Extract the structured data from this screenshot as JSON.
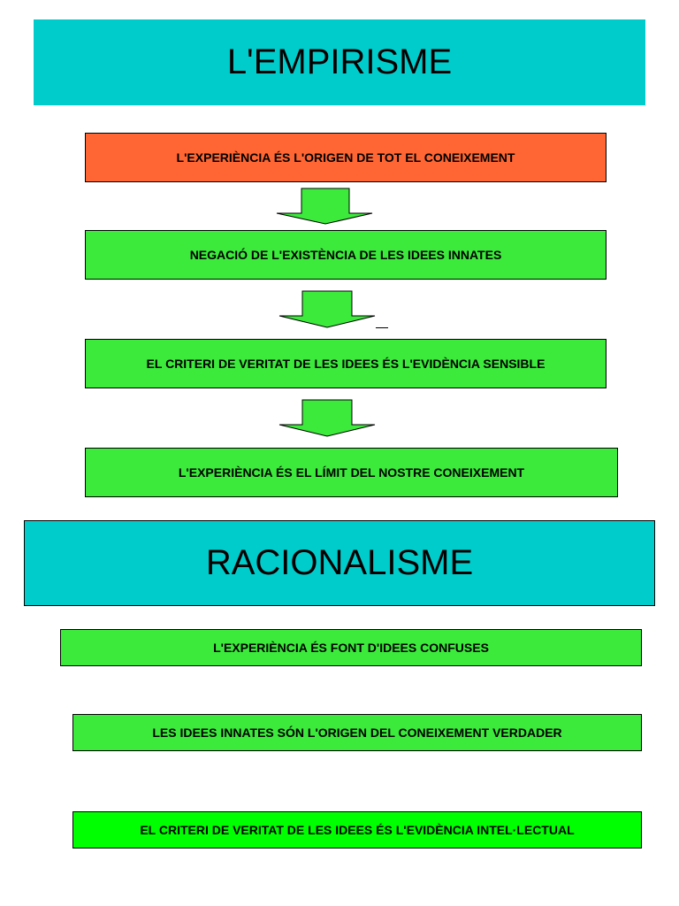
{
  "empirisme": {
    "title": "L'EMPIRISME",
    "steps": [
      "L'EXPERIÈNCIA ÉS L'ORIGEN DE TOT EL CONEIXEMENT",
      "NEGACIÓ DE L'EXISTÈNCIA DE  LES IDEES INNATES",
      "EL CRITERI DE VERITAT DE LES IDEES ÉS L'EVIDÈNCIA SENSIBLE",
      "L'EXPERIÈNCIA ÉS EL LÍMIT DEL NOSTRE CONEIXEMENT"
    ]
  },
  "racionalisme": {
    "title": "RACIONALISME",
    "items": [
      "L'EXPERIÈNCIA  ÉS FONT D'IDEES  CONFUSES",
      "LES IDEES INNATES SÓN L'ORIGEN DEL CONEIXEMENT VERDADER",
      "EL CRITERI DE  VERITAT DE LES IDEES ÉS L'EVIDÈNCIA INTEL·LECTUAL"
    ]
  },
  "colors": {
    "header": "#00cccc",
    "first_box": "#ff6633",
    "step_box": "#3cea3c",
    "last_box": "#00ff00",
    "arrow_fill": "#3cea3c"
  },
  "icons": {
    "flow_arrow": "down-arrow-icon"
  }
}
